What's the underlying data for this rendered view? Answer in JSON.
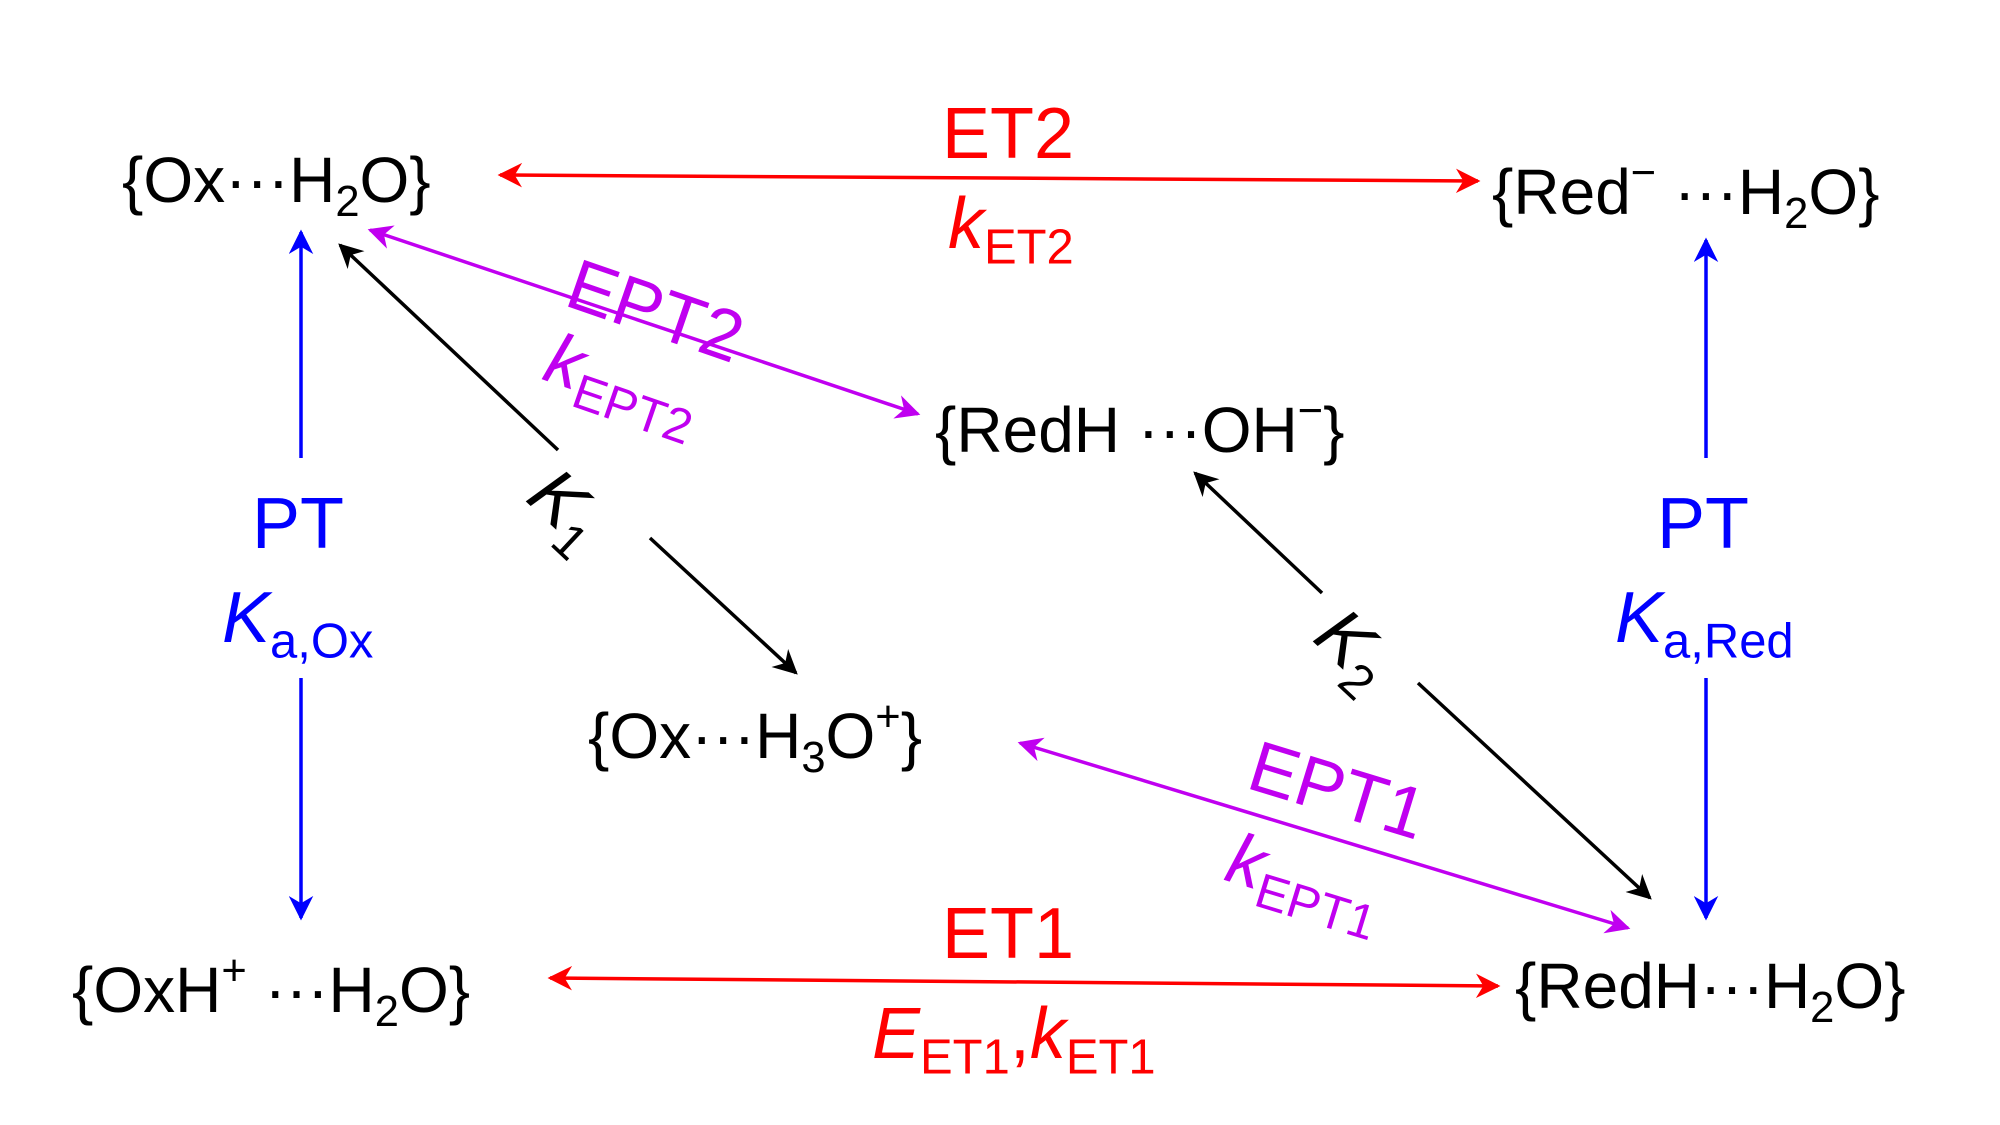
{
  "colors": {
    "et": "#ff0000",
    "pt": "#0000ff",
    "ept": "#c000f0",
    "k": "#000000"
  },
  "species": {
    "ox_water": {
      "pre": "{Ox···H",
      "sub": "2",
      "post": "O}"
    },
    "red_water": {
      "pre": "{Red",
      "sup": "−",
      "mid": " ···H",
      "sub": "2",
      "post": "O}"
    },
    "redh_oh": {
      "pre": "{RedH ···OH",
      "sup": "−",
      "post": "}"
    },
    "ox_h3o": {
      "pre": "{Ox···H",
      "sub": "3",
      "mid": "O",
      "sup": "+",
      "post": "}"
    },
    "oxh_water": {
      "pre": "{OxH",
      "sup": "+",
      "mid": " ···H",
      "sub": "2",
      "post": "O}"
    },
    "redh_water": {
      "pre": "{RedH···H",
      "sub": "2",
      "post": "O}"
    }
  },
  "processes": {
    "et2": {
      "name": "ET2",
      "sym": "k",
      "sub": "ET2"
    },
    "et1": {
      "name": "ET1",
      "sym1": "E",
      "sub1": "ET1",
      "sep": ",",
      "sym2": "k",
      "sub2": "ET1"
    },
    "ept2": {
      "name": "EPT2",
      "sym": "k",
      "sub": "EPT2"
    },
    "ept1": {
      "name": "EPT1",
      "sym": "k",
      "sub": "EPT1"
    },
    "pt_left": {
      "name": "PT",
      "sym": "K",
      "sub": "a,Ox"
    },
    "pt_right": {
      "name": "PT",
      "sym": "K",
      "sub": "a,Red"
    },
    "k1": {
      "sym": "K",
      "sub": "1"
    },
    "k2": {
      "sym": "K",
      "sub": "2"
    }
  }
}
